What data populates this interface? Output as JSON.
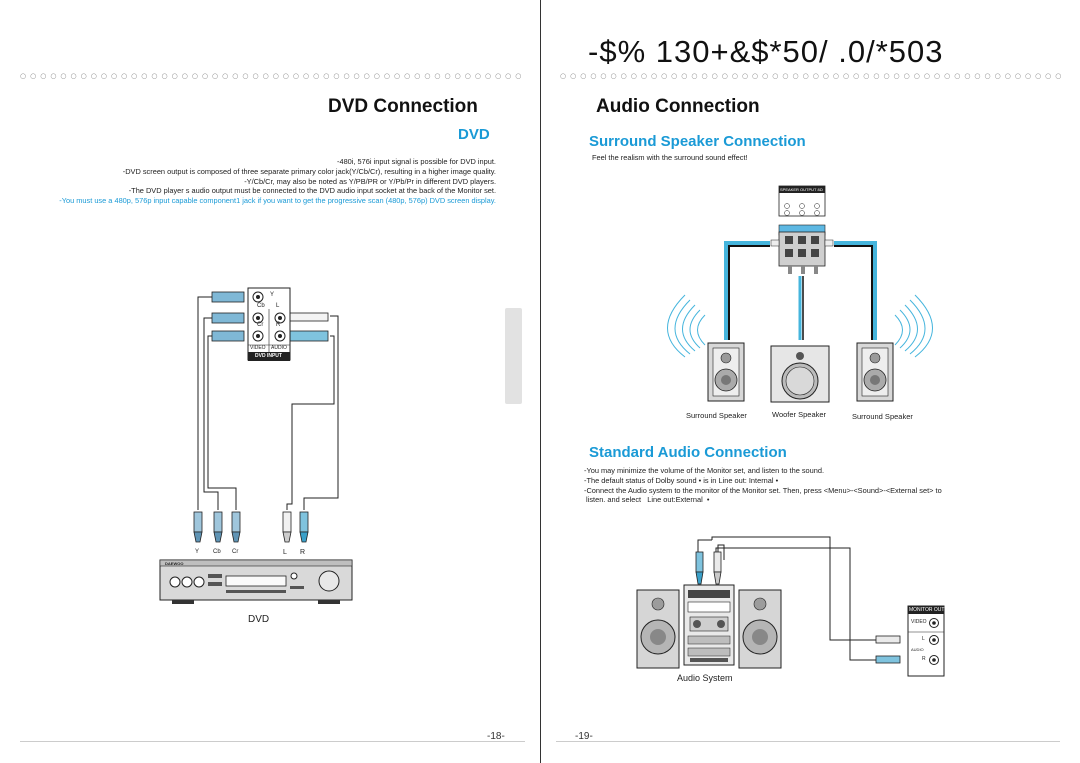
{
  "header": {
    "garbled_title": "-$% 130+&$*50/   .0/*503"
  },
  "left": {
    "title": "DVD Connection",
    "subtitle": "DVD",
    "paragraphs": [
      "-480i, 576i input signal is possible for DVD input.",
      "-DVD screen output is composed of three separate primary color jack(Y/Cb/Cr), resulting in a higher image quality.",
      "-Y/Cb/Cr, may also be noted as Y/PB/PR or Y/Pb/Pr in different DVD players.",
      "-The DVD player  s audio output must be connected to the DVD audio input socket at the back of the Monitor set."
    ],
    "note": "-You must use a 480p, 576p input capable component1 jack if you want to get the progressive scan (480p, 576p) DVD screen display.",
    "panel": {
      "jack_y": "Y",
      "jack_cb": "Cb",
      "jack_cr": "Cr",
      "jack_l": "L",
      "jack_r": "R",
      "video": "VIDEO",
      "audio": "AUDIO",
      "input": "DVD INPUT"
    },
    "plugs": {
      "y": "Y",
      "cb": "Cb",
      "cr": "Cr",
      "l": "L",
      "r": "R"
    },
    "player_brand": "DAEWOO",
    "device_label": "DVD",
    "page_number": "-18-"
  },
  "right": {
    "title": "Audio Connection",
    "surround_title": "Surround Speaker Connection",
    "surround_desc": "Feel the realism with the surround sound effect!",
    "terminal_header": "SPEAKER OUTPUT 8Ω",
    "speaker_labels": [
      "Surround Speaker",
      "Woofer Speaker",
      "Surround Speaker"
    ],
    "standard_title": "Standard Audio Connection",
    "standard_paragraphs": [
      "-You may minimize the volume of the Monitor set, and listen to the sound.",
      "-The default status of   Dolby sound  • is in   Line out:  Internal  •",
      "-Connect the Audio system to the monitor of the Monitor set. Then, press <Menu>-<Sound>-<External set> to",
      " listen. and select   Line out:External  •"
    ],
    "monitor_panel": {
      "title": "MONITOR OUTPUT",
      "video": "VIDEO",
      "l": "L",
      "r": "R",
      "audio": "AUDIO"
    },
    "device_label": "Audio System",
    "page_number": "-19-"
  },
  "colors": {
    "accent": "#1a9ad6",
    "cable_cyan": "#45b5dd",
    "dark": "#1f1f1f"
  }
}
